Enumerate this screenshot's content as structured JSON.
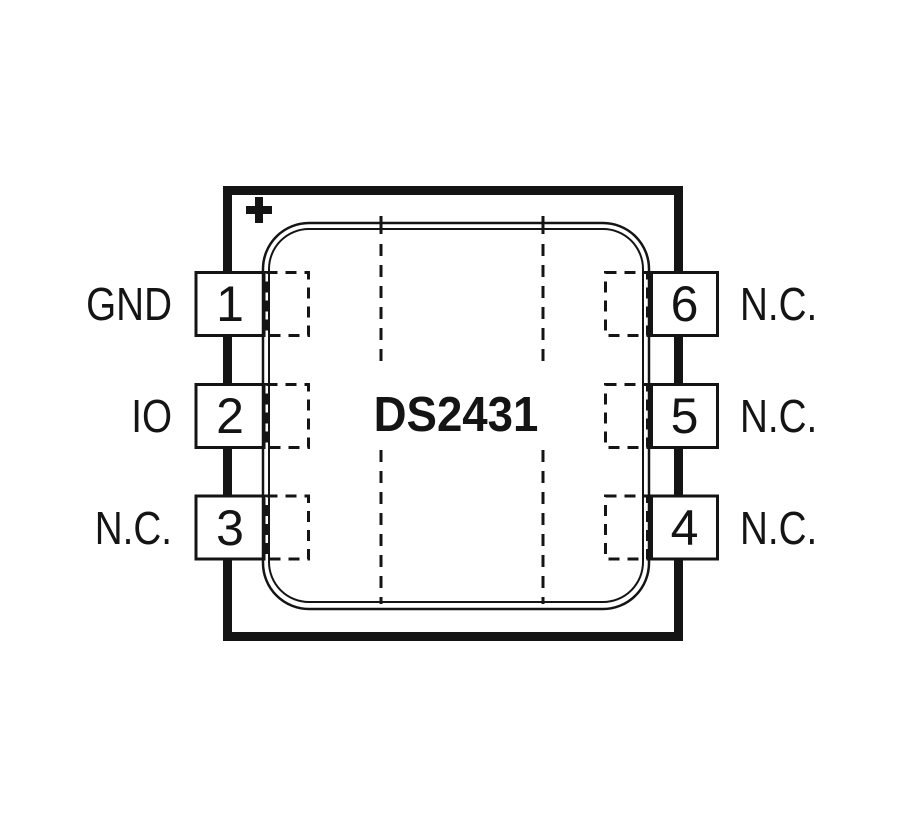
{
  "diagram": {
    "title": "DS2431",
    "polarity_mark": "+",
    "pins_left": [
      {
        "number": "1",
        "label": "GND"
      },
      {
        "number": "2",
        "label": "IO"
      },
      {
        "number": "3",
        "label": "N.C."
      }
    ],
    "pins_right": [
      {
        "number": "6",
        "label": "N.C."
      },
      {
        "number": "5",
        "label": "N.C."
      },
      {
        "number": "4",
        "label": "N.C."
      }
    ],
    "colors": {
      "line": "#141414",
      "fill": "#ffffff"
    }
  }
}
